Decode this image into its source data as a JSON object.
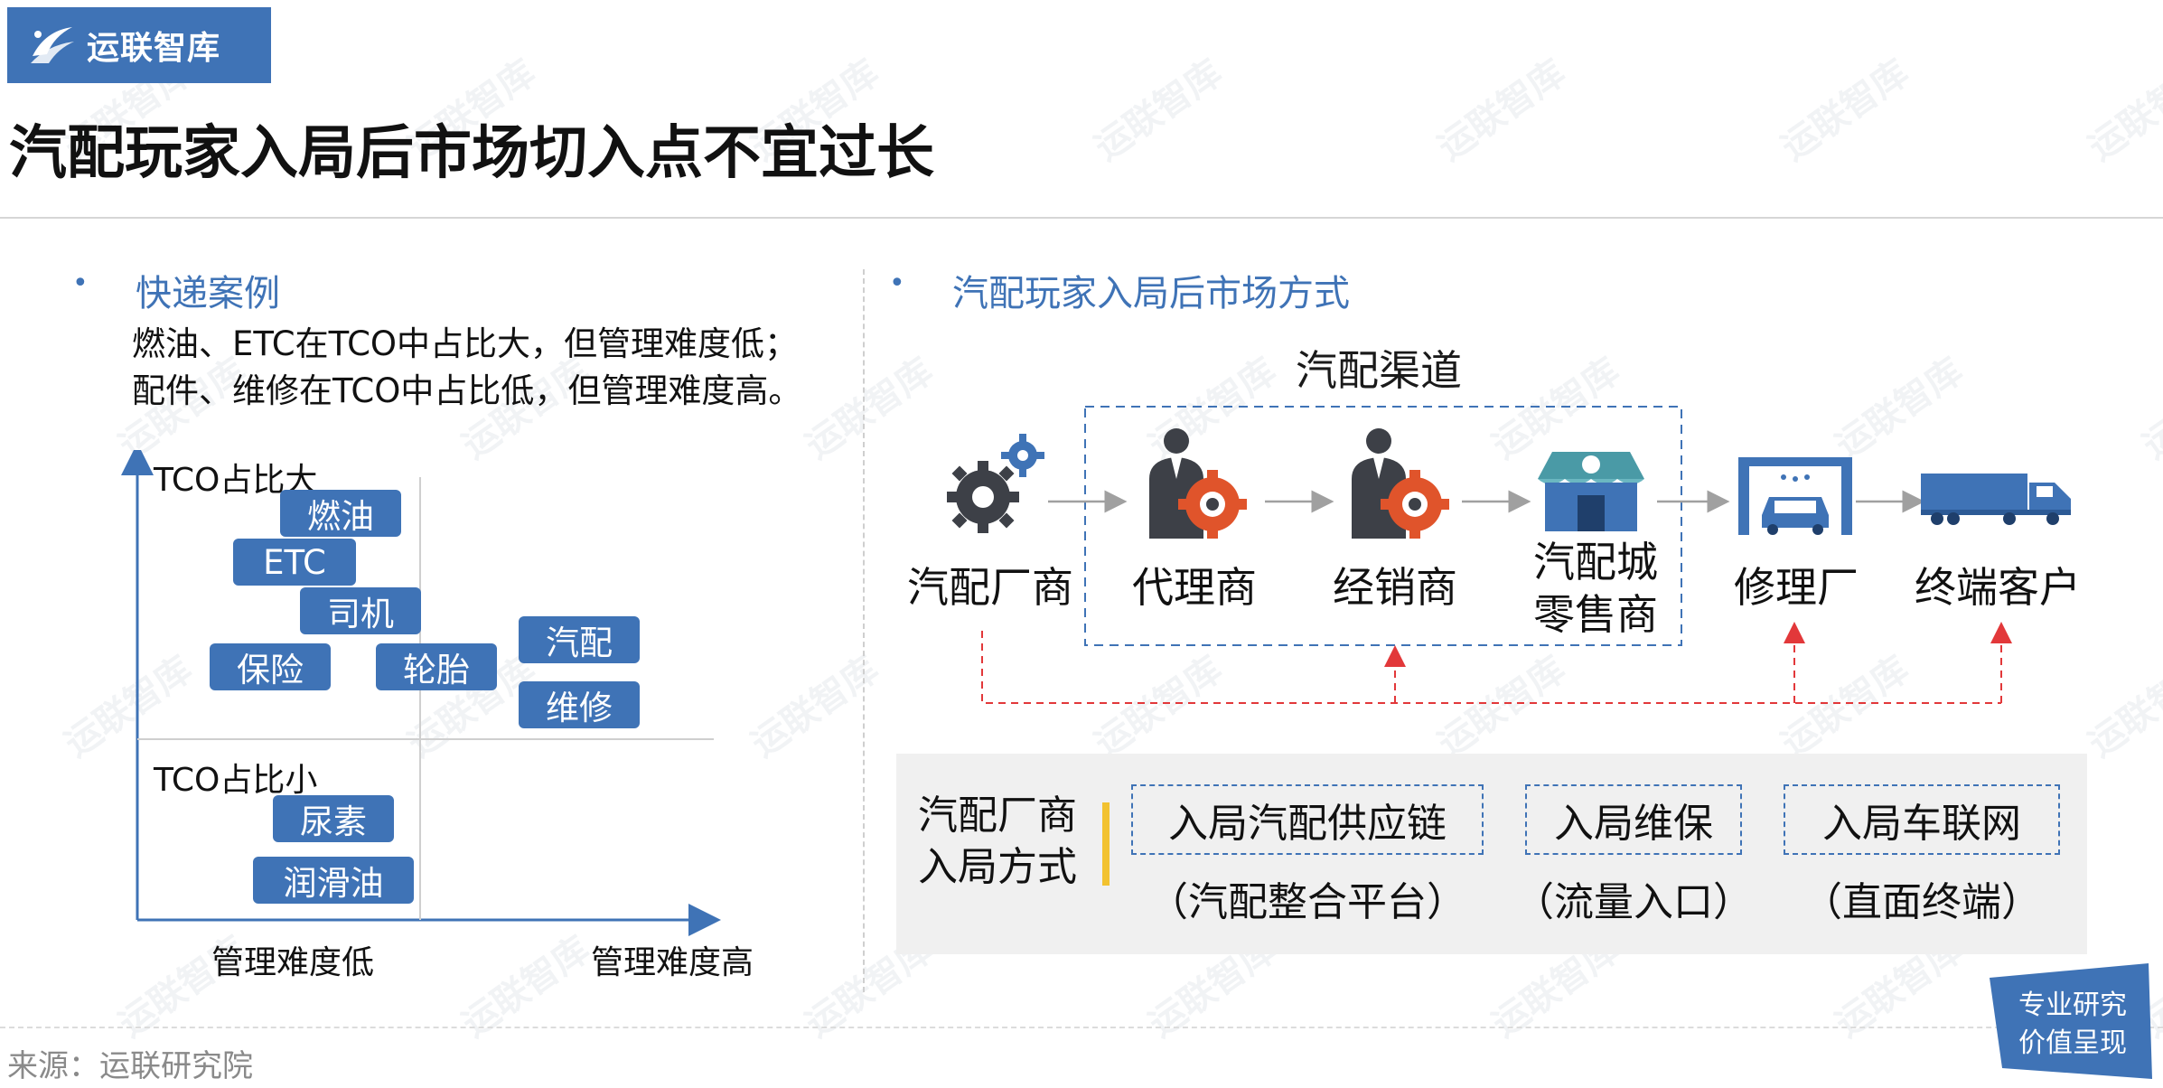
{
  "brand": {
    "name": "运联智库",
    "color": "#3f73b6"
  },
  "title": "汽配玩家入局后市场切入点不宜过长",
  "left": {
    "heading": "快递案例",
    "desc": [
      "燃油、ETC在TCO中占比大，但管理难度低；",
      "配件、维修在TCO中占比低，但管理难度高。"
    ],
    "quadrant": {
      "y_high": "TCO占比大",
      "y_low": "TCO占比小",
      "x_low": "管理难度低",
      "x_high": "管理难度高",
      "chips": [
        "燃油",
        "ETC",
        "司机",
        "保险",
        "轮胎",
        "汽配",
        "维修",
        "尿素",
        "润滑油"
      ]
    }
  },
  "right": {
    "heading": "汽配玩家入局后市场方式",
    "channel_label": "汽配渠道",
    "nodes": [
      "汽配厂商",
      "代理商",
      "经销商",
      "汽配城\n零售商",
      "修理厂",
      "终端客户"
    ],
    "entry": {
      "label": "汽配厂商\n入局方式",
      "items": [
        {
          "title": "入局汽配供应链",
          "sub": "（汽配整合平台）"
        },
        {
          "title": "入局维保",
          "sub": "（流量入口）"
        },
        {
          "title": "入局车联网",
          "sub": "（直面终端）"
        }
      ]
    }
  },
  "source": "来源：运联研究院",
  "badge": [
    "专业研究",
    "价值呈现"
  ],
  "colors": {
    "accent": "#3f73b6",
    "arrow_red": "#e2383a",
    "highlight": "#f2c230",
    "panel": "#f0f0f0"
  },
  "icons": [
    "gears-icon",
    "businessman-gear-icon",
    "storefront-icon",
    "car-wash-icon",
    "truck-icon"
  ]
}
